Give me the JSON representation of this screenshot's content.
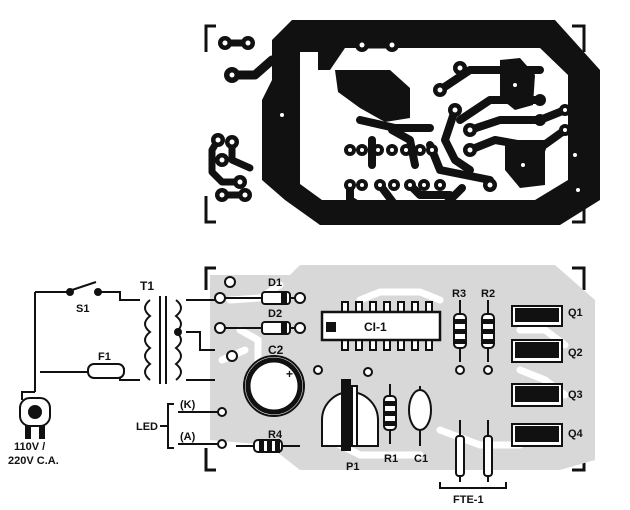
{
  "labels": {
    "t1": "T1",
    "s1": "S1",
    "f1": "F1",
    "d1": "D1",
    "d2": "D2",
    "ci1": "CI-1",
    "r3": "R3",
    "r2": "R2",
    "q1": "Q1",
    "q2": "Q2",
    "q3": "Q3",
    "q4": "Q4",
    "c2": "C2",
    "c2_plus": "+",
    "led": "LED",
    "led_k": "(K)",
    "led_a": "(A)",
    "r4": "R4",
    "p1": "P1",
    "r1": "R1",
    "c1": "C1",
    "fte1": "FTE-1",
    "mains_line1": "110V /",
    "mains_line2": "220V C.A."
  },
  "colors": {
    "ink": "#111111",
    "board_shade": "#d8d8d8",
    "paper": "#ffffff"
  }
}
